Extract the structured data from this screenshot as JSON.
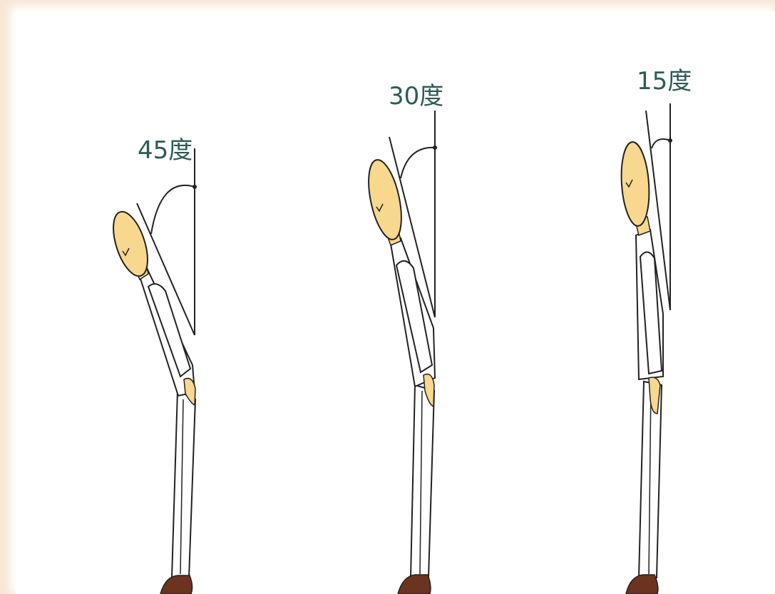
{
  "figures": [
    {
      "id": "bow-45",
      "angle": 45,
      "label": "45度"
    },
    {
      "id": "bow-30",
      "angle": 30,
      "label": "30度"
    },
    {
      "id": "bow-15",
      "angle": 15,
      "label": "15度"
    }
  ],
  "colors": {
    "background": "#ffffff",
    "frame": "#f7e6d4",
    "skin": "#f8d78e",
    "shoe": "#6b3320",
    "line": "#222222",
    "label": "#2f5a55",
    "shirt": "#ffffff"
  }
}
